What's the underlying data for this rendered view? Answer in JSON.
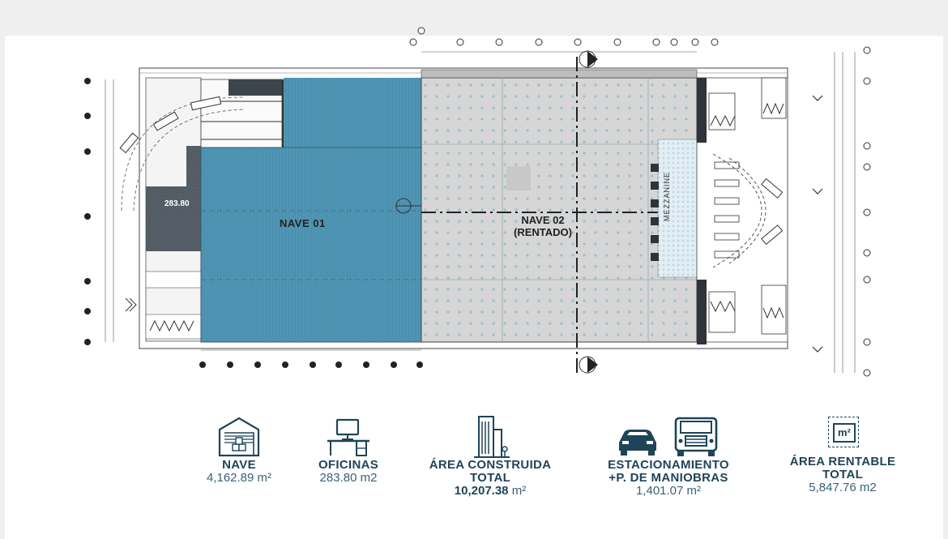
{
  "plan": {
    "nave01_label": "NAVE 01",
    "nave02_label_line1": "NAVE 02",
    "nave02_label_line2": "(RENTADO)",
    "office_area_label": "283.80",
    "mezzanine_label": "MEZZANINE",
    "colors": {
      "nave01": "#4f95b3",
      "nave02": "#d4d4d4",
      "offices": "#56606a",
      "mezzanine": "#dbe9f1"
    }
  },
  "stats": [
    {
      "icon": "warehouse-icon",
      "title_line1": "NAVE",
      "title_line2": "",
      "value_bold": "",
      "value": "4,162.89 m²"
    },
    {
      "icon": "office-desk-icon",
      "title_line1": "OFICINAS",
      "title_line2": "",
      "value_bold": "",
      "value": "283.80 m2"
    },
    {
      "icon": "building-icon",
      "title_line1": "ÁREA CONSTRUIDA",
      "title_line2": "TOTAL",
      "value_bold": "10,207.38",
      "value": " m²"
    },
    {
      "icon": "car-truck-icon",
      "title_line1": "ESTACIONAMIENTO",
      "title_line2": "+P. DE MANIOBRAS",
      "value_bold": "",
      "value": "1,401.07 m²"
    },
    {
      "icon": "m2-area-icon",
      "title_line1": "ÁREA RENTABLE",
      "title_line2": "TOTAL",
      "value_bold": "",
      "value": "5,847.76 m2",
      "icon_text": "m²"
    }
  ]
}
